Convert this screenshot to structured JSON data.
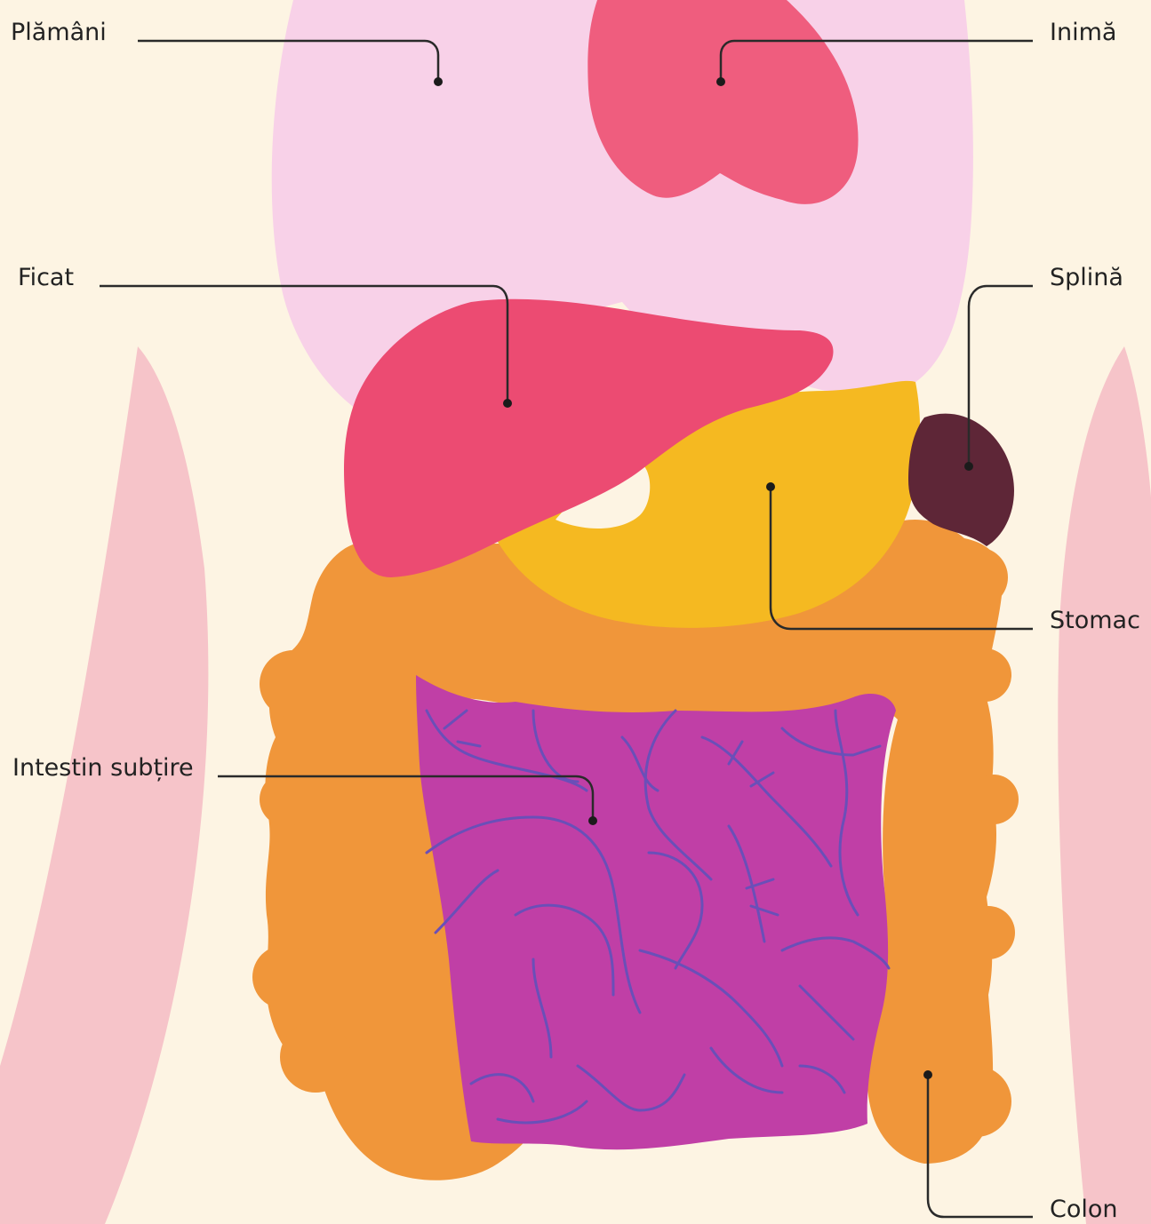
{
  "colors": {
    "background": "#fdf4e3",
    "body_side": "#f6c4c9",
    "lungs": "#f8d1e8",
    "heart": "#ef5d7e",
    "liver": "#ec4b72",
    "stomach": "#f5b921",
    "spleen": "#5e2637",
    "colon": "#f0963a",
    "small_intestine": "#c03fa6",
    "intestine_veins": "#6a4fb8",
    "leader_line": "#2a2a2a"
  },
  "labels": {
    "lungs": "Plămâni",
    "heart": "Inimă",
    "liver": "Ficat",
    "spleen": "Splină",
    "stomach": "Stomac",
    "small_intestine": "Intestin subțire",
    "colon": "Colon"
  }
}
